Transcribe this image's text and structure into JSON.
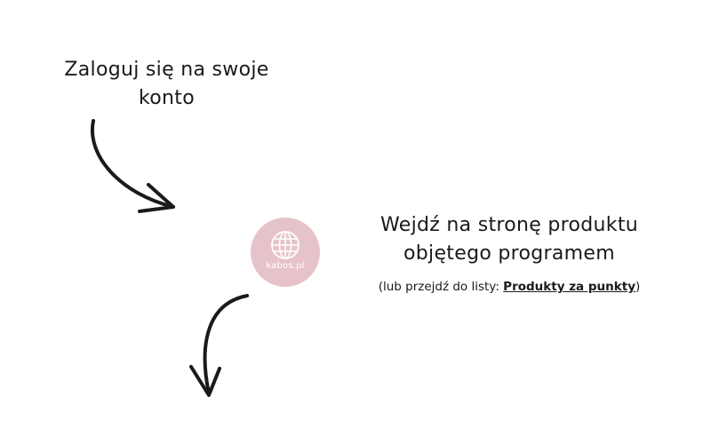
{
  "step1": {
    "line1": "Zaloguj się na swoje",
    "line2": "konto"
  },
  "step2": {
    "line1": "Wejdź na stronę produktu",
    "line2": "objętego programem",
    "note_prefix": "(lub przejdź do listy: ",
    "note_link": "Produkty za punkty",
    "note_suffix": ")"
  },
  "logo": {
    "text": "kabos.pl",
    "icon": "globe-icon",
    "circle_color": "#e6c3c9"
  },
  "colors": {
    "text": "#1a1a1a",
    "background": "#ffffff"
  }
}
